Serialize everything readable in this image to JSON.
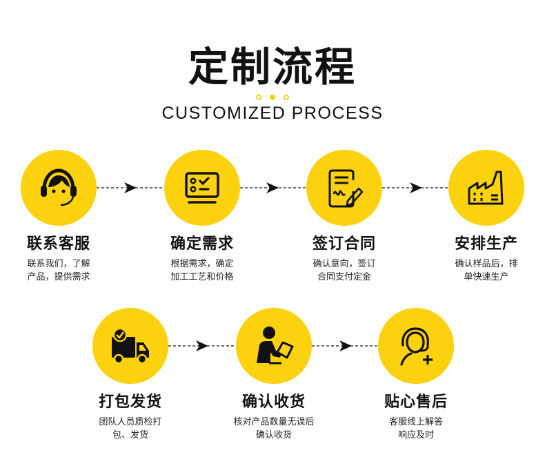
{
  "header": {
    "title": "定制流程",
    "subtitle": "CUSTOMIZED PROCESS",
    "accent_color": "#fcd10e"
  },
  "steps": [
    {
      "icon": "customer-service-headset-icon",
      "title": "联系客服",
      "desc_line1": "联系我们，了解",
      "desc_line2": "产品，提供需求"
    },
    {
      "icon": "checklist-monitor-icon",
      "title": "确定需求",
      "desc_line1": "根据需求，确定",
      "desc_line2": "加工工艺和价格"
    },
    {
      "icon": "contract-sign-icon",
      "title": "签订合同",
      "desc_line1": "确认意向，签订",
      "desc_line2": "合同支付定金"
    },
    {
      "icon": "factory-icon",
      "title": "安排生产",
      "desc_line1": "确认样品后，排",
      "desc_line2": "单快速生产"
    },
    {
      "icon": "delivery-truck-icon",
      "title": "打包发货",
      "desc_line1": "团队人员质检打",
      "desc_line2": "包、发货"
    },
    {
      "icon": "person-tablet-icon",
      "title": "确认收货",
      "desc_line1": "核对产品数量无误后",
      "desc_line2": "确认收货"
    },
    {
      "icon": "support-agent-plus-icon",
      "title": "贴心售后",
      "desc_line1": "客服线上解答",
      "desc_line2": "响应及时"
    }
  ]
}
